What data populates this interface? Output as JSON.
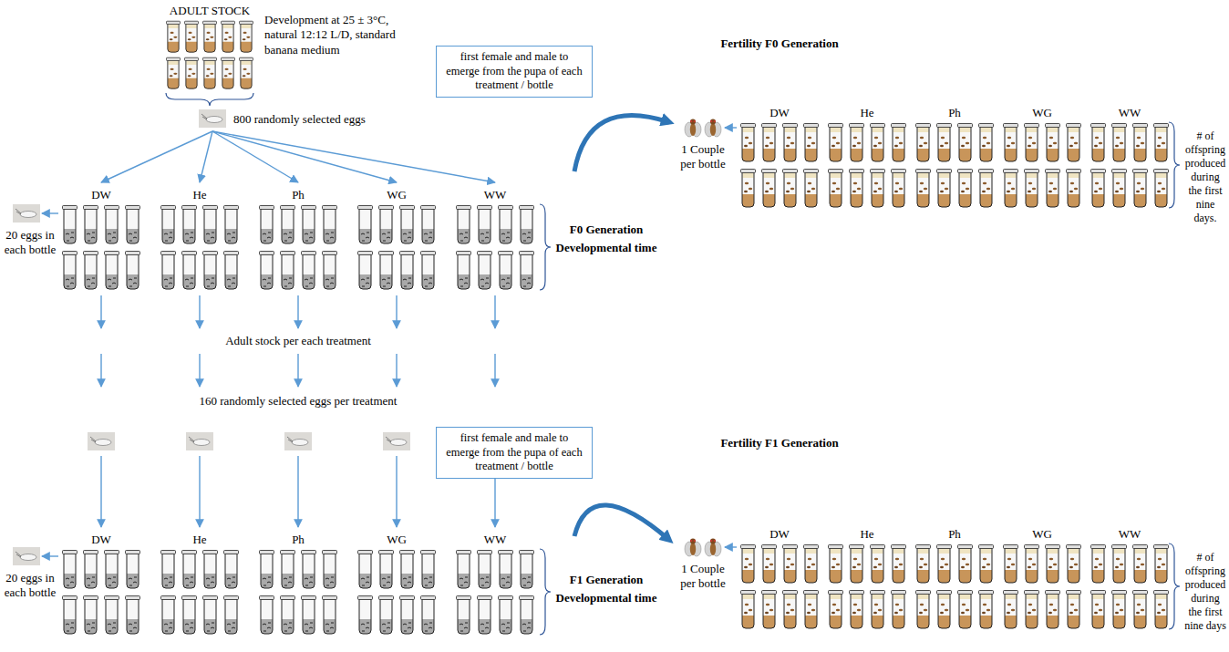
{
  "diagram": {
    "nodes": [
      {
        "text": [
          "first female and male to emerge from the pupa of each treatment / bottle"
        ]
      },
      {
        "text": [
          "first female and male to emerge from the pupa of each treatment / bottle"
        ]
      }
    ],
    "labels": [
      "ADULT STOCK",
      "Development at 25 ± 3°C, natural 12:12 L/D, standard banana medium",
      "800 randomly selected eggs",
      "DW",
      "He",
      "Ph",
      "WG",
      "WW",
      "20 eggs in each bottle",
      "F0 Generation",
      "Developmental time",
      "Fertility F0 Generation",
      "DW",
      "He",
      "Ph",
      "WG",
      "WW",
      "1 Couple per bottle",
      "# of offspring produced during the first nine days.",
      "Adult stock per each treatment",
      "160 randomly selected eggs per treatment",
      "DW",
      "He",
      "Ph",
      "WG",
      "WW",
      "20 eggs in each bottle",
      "F1 Generation",
      "Developmental time",
      "Fertility F1 Generation",
      "DW",
      "He",
      "Ph",
      "WG",
      "WW",
      "1 Couple per bottle",
      "# of offspring produced during the first nine days"
    ]
  }
}
